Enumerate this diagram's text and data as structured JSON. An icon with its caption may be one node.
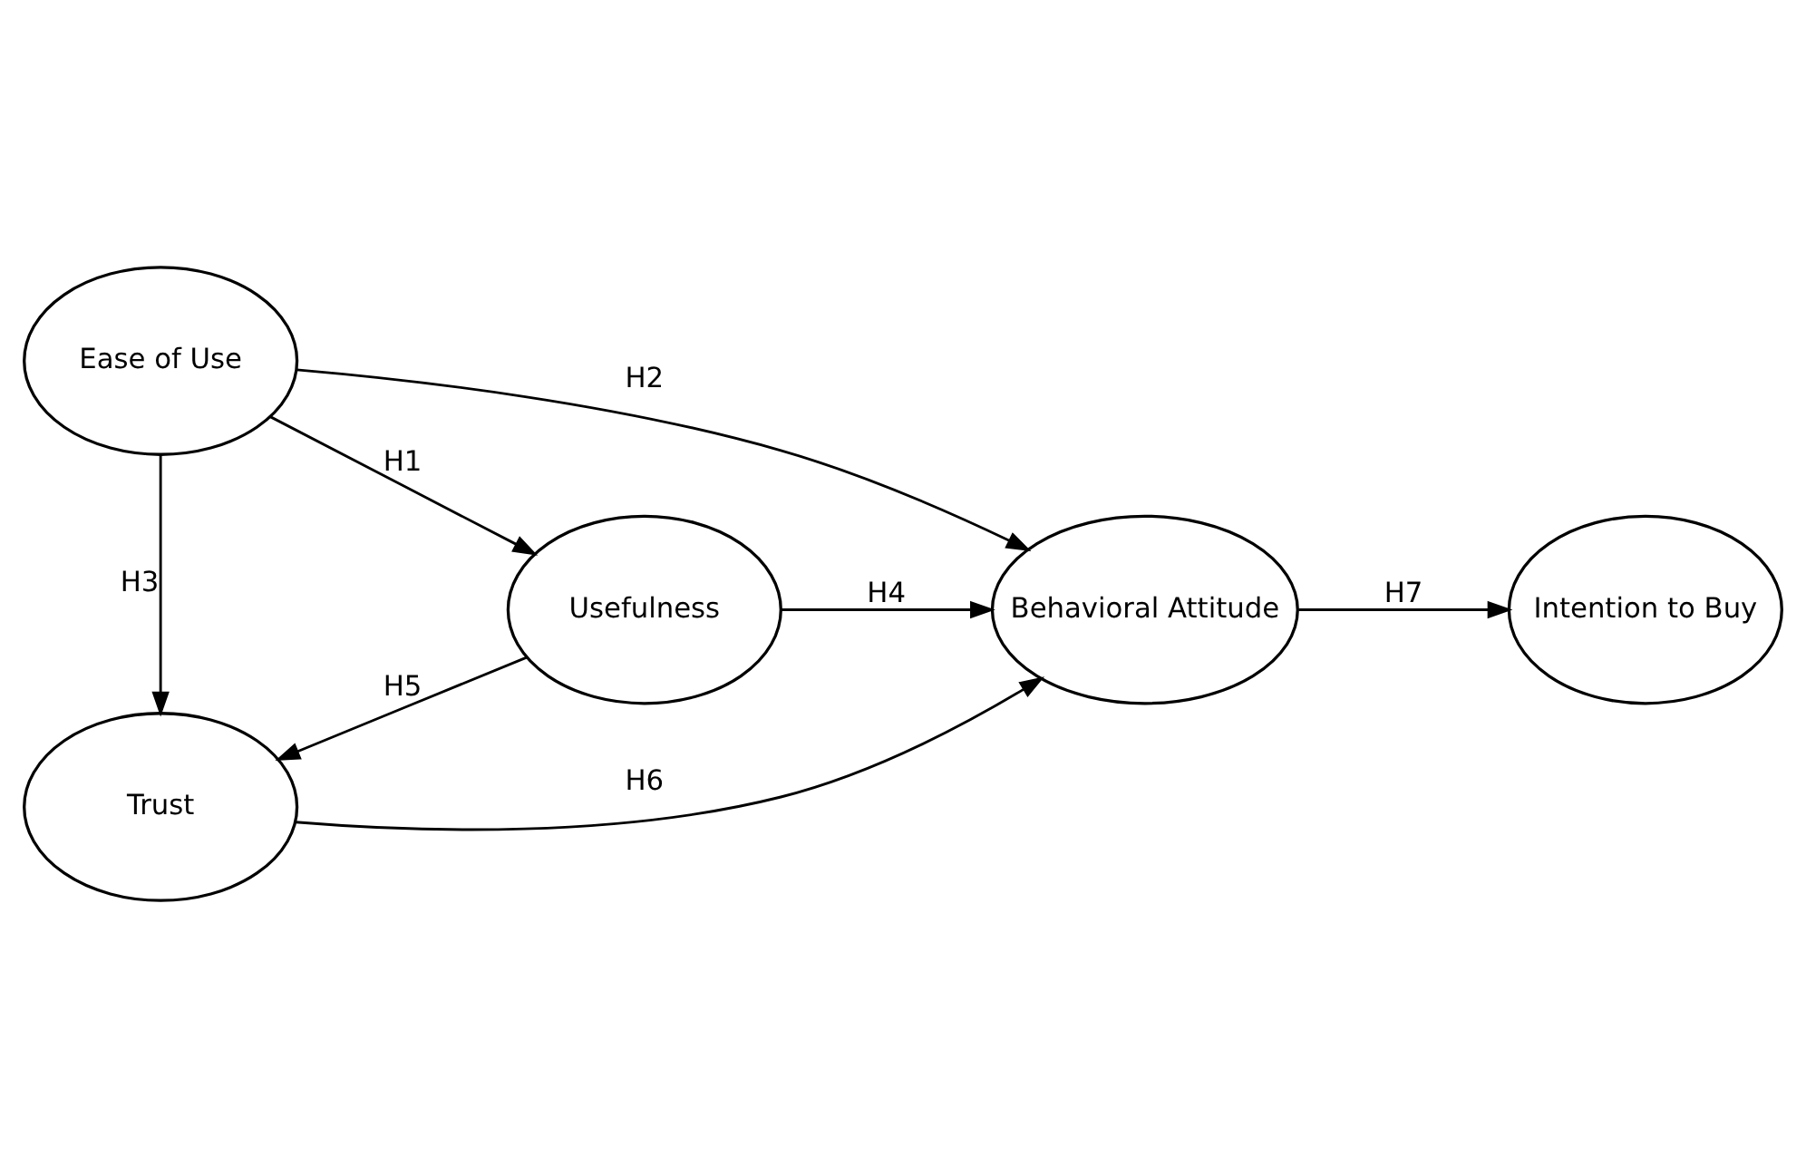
{
  "diagram": {
    "nodes": [
      {
        "text": [
          "Ease of Use"
        ]
      },
      {
        "text": [
          "Usefulness"
        ]
      },
      {
        "text": [
          "Behavioral Attitude"
        ]
      },
      {
        "text": [
          "Intention to Buy"
        ]
      },
      {
        "text": [
          "Trust"
        ]
      }
    ],
    "edges": [
      {
        "from": 0,
        "to": 1,
        "arrow": "to",
        "label": "H1"
      },
      {
        "from": 0,
        "to": 2,
        "arrow": "to",
        "label": "H2"
      },
      {
        "from": 0,
        "to": 4,
        "arrow": "to",
        "label": "H3"
      },
      {
        "from": 1,
        "to": 2,
        "arrow": "to",
        "label": "H4"
      },
      {
        "from": 1,
        "to": 4,
        "arrow": "to",
        "label": "H5"
      },
      {
        "from": 4,
        "to": 2,
        "arrow": "to",
        "label": "H6"
      },
      {
        "from": 2,
        "to": 3,
        "arrow": "to",
        "label": "H7"
      }
    ]
  }
}
